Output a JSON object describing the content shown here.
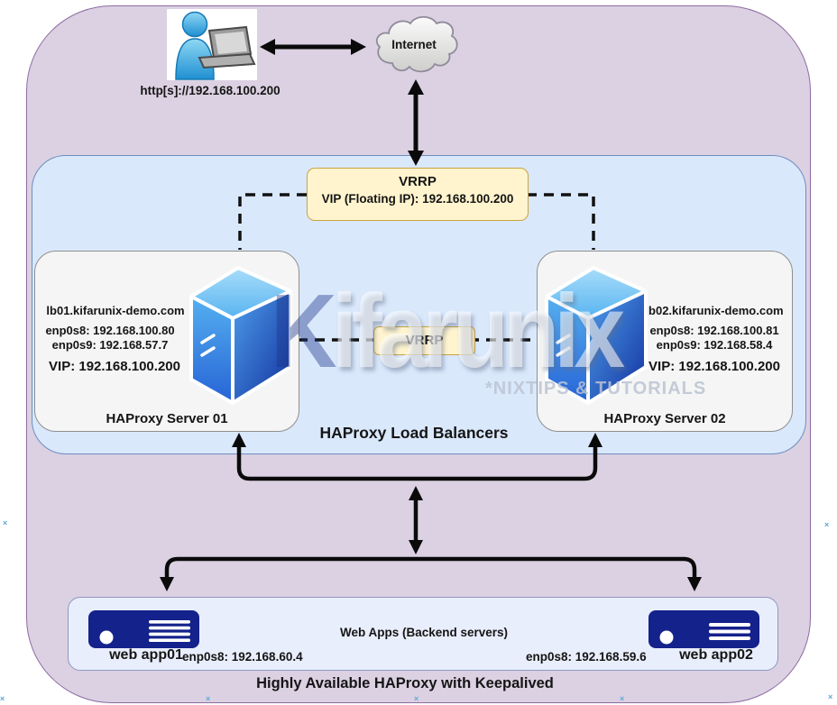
{
  "header": {
    "client_url": "http[s]://192.168.100.200",
    "internet_label": "Internet"
  },
  "load_balancers": {
    "container_label": "HAProxy Load Balancers",
    "vrrp_main": {
      "title": "VRRP",
      "vip_line": "VIP (Floating IP): 192.168.100.200"
    },
    "vrrp_link_label": "VRRP",
    "server01": {
      "hostname": "lb01.kifarunix-demo.com",
      "enp0s8": "enp0s8: 192.168.100.80",
      "enp0s9": "enp0s9: 192.168.57.7",
      "vip": "VIP: 192.168.100.200",
      "label": "HAProxy Server 01"
    },
    "server02": {
      "hostname": "lb02.kifarunix-demo.com",
      "enp0s8": "enp0s8: 192.168.100.81",
      "enp0s9": "enp0s9: 192.168.58.4",
      "vip": "VIP: 192.168.100.200",
      "label": "HAProxy Server 02"
    }
  },
  "backends": {
    "container_label": "Web Apps (Backend servers)",
    "app01": {
      "name": "web app01",
      "ip": "enp0s8: 192.168.60.4"
    },
    "app02": {
      "name": "web app02",
      "ip": "enp0s8: 192.168.59.6"
    }
  },
  "footer_title": "Highly Available HAProxy with Keepalived",
  "watermark": {
    "brand_initial": "K",
    "brand_rest": "ifarunix",
    "tagline": "*NIXTIPS & TUTORIALS"
  },
  "icons": {
    "cross_marker": "×",
    "names": [
      "user-laptop-icon",
      "internet-cloud-icon",
      "server-tower-icon",
      "rack-server-icon",
      "page-marker-cross"
    ]
  },
  "colors": {
    "outer_bg": "#DBD1E2",
    "outer_border": "#8E6BA3",
    "lb_container_bg": "#DAE8FC",
    "lb_container_border": "#6C8EBF",
    "vrrp_bg": "#FFF4CE",
    "vrrp_border": "#CBA43D",
    "server_box_bg": "#F5F5F5",
    "webapps_bg": "#E9EEFC",
    "rack_server_navy": "#14228C",
    "arrow_black": "#0A0A0A",
    "marker_blue": "#5FA8D6"
  }
}
